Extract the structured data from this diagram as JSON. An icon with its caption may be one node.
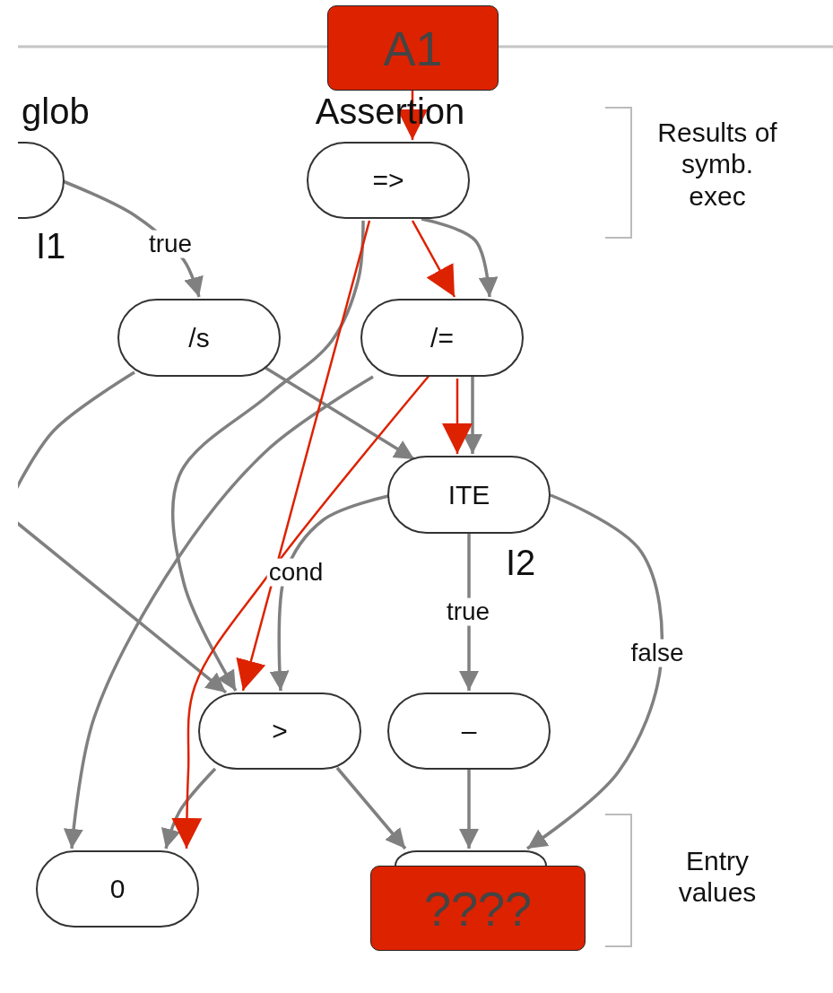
{
  "diagram": {
    "nodes": [
      {
        "text": [
          "A1"
        ]
      },
      {
        "text": [
          "glob"
        ],
        "beside": [
          "I1"
        ]
      },
      {
        "text": [
          "Assertion",
          "=>"
        ]
      },
      {
        "text": [
          "/s"
        ]
      },
      {
        "text": [
          "/="
        ]
      },
      {
        "text": [
          "ITE"
        ],
        "beside": [
          "I2"
        ]
      },
      {
        "text": [
          ">"
        ]
      },
      {
        "text": [
          "–"
        ]
      },
      {
        "text": [
          "0"
        ]
      },
      {
        "text": [],
        "shape": "box"
      },
      {
        "text": [
          "????"
        ]
      }
    ],
    "edges": [
      {
        "from": 0,
        "to": 2,
        "arrow": "to",
        "color": "#dd2200"
      },
      {
        "from": 1,
        "to": 3,
        "arrow": "to",
        "label": "true"
      },
      {
        "from": 2,
        "to": 4,
        "arrow": "to"
      },
      {
        "from": 2,
        "to": 4,
        "arrow": "to",
        "color": "#dd2200"
      },
      {
        "from": 2,
        "to": 6,
        "arrow": "to"
      },
      {
        "from": 2,
        "to": 6,
        "arrow": "to",
        "color": "#dd2200"
      },
      {
        "from": 3,
        "to": null,
        "arrow": "none"
      },
      {
        "from": 3,
        "to": 5,
        "arrow": "to"
      },
      {
        "from": 4,
        "to": 5,
        "arrow": "to"
      },
      {
        "from": 4,
        "to": 5,
        "arrow": "to",
        "color": "#dd2200"
      },
      {
        "from": 4,
        "to": 8,
        "arrow": "to"
      },
      {
        "from": 4,
        "to": 8,
        "arrow": "to",
        "color": "#dd2200"
      },
      {
        "from": null,
        "to": 6,
        "arrow": "to"
      },
      {
        "from": 5,
        "to": 6,
        "arrow": "to",
        "label": "cond"
      },
      {
        "from": 5,
        "to": 7,
        "arrow": "to",
        "label": "true"
      },
      {
        "from": 5,
        "to": 9,
        "arrow": "to",
        "label": "false"
      },
      {
        "from": 6,
        "to": 8,
        "arrow": "to"
      },
      {
        "from": 6,
        "to": 9,
        "arrow": "to"
      },
      {
        "from": 7,
        "to": 9,
        "arrow": "to"
      }
    ],
    "labels": [
      "Results of symb. exec",
      "Entry values"
    ]
  }
}
